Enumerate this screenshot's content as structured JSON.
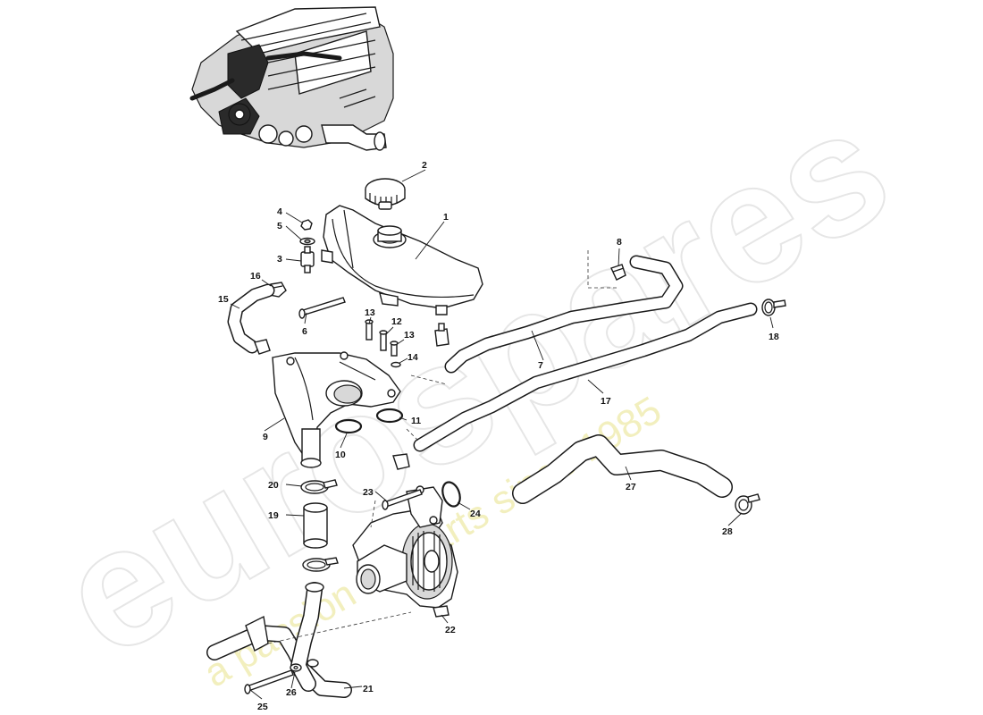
{
  "watermark": {
    "brand": "eurospares",
    "tagline": "a passion for parts since 1985"
  },
  "callouts": [
    "1",
    "2",
    "3",
    "4",
    "5",
    "6",
    "7",
    "8",
    "9",
    "10",
    "11",
    "12",
    "13",
    "13",
    "14",
    "15",
    "16",
    "17",
    "18",
    "19",
    "20",
    "21",
    "22",
    "23",
    "24",
    "25",
    "26",
    "27",
    "28"
  ]
}
